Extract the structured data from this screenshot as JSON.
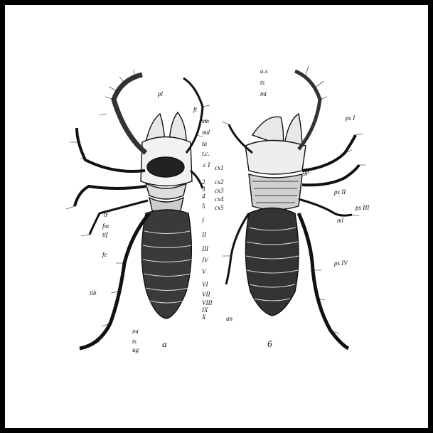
{
  "figure": {
    "panel_a": {
      "caption": "a",
      "labels_right": [
        "pl",
        "ft",
        "sm",
        "md",
        "ta",
        "t.c.",
        "c I",
        "2",
        "3",
        "4",
        "5",
        "I",
        "II",
        "III",
        "IV",
        "V",
        "VI",
        "VII",
        "VIII",
        "IX",
        "X"
      ],
      "labels_left": [
        "tr",
        "fm",
        "tif",
        "fe",
        "tib",
        "mt",
        "ts",
        "ug"
      ]
    },
    "panel_b": {
      "caption": "б",
      "labels_top": [
        "a.s",
        "ts",
        "mt"
      ],
      "labels_right": [
        "ps I",
        "gp",
        "ps II",
        "ps III",
        "ps IV",
        "ml"
      ],
      "labels_middle": [
        "cx1",
        "cx2",
        "cx3",
        "cx4",
        "cx5",
        "an"
      ]
    },
    "colors": {
      "ink": "#111111",
      "paper": "#ffffff",
      "border": "#000000"
    }
  }
}
